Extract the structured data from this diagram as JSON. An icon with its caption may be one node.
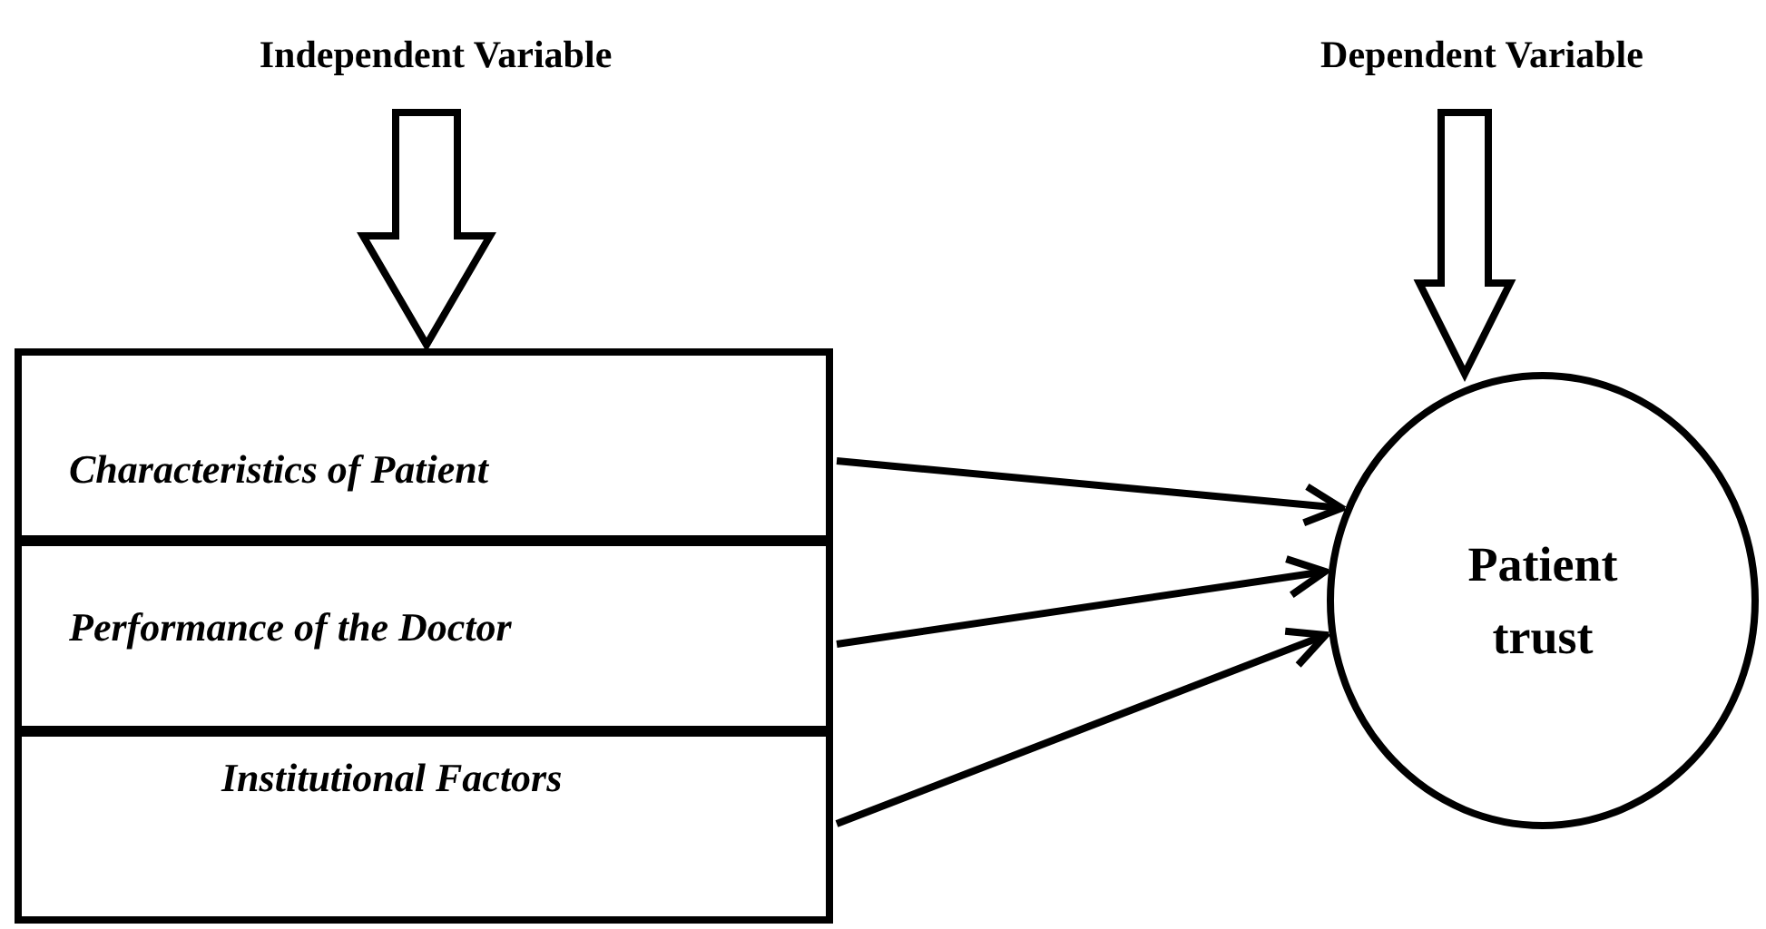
{
  "diagram": {
    "nodes": [
      {
        "text": [
          "Independent Variable"
        ]
      },
      {
        "text": [
          "Dependent Variable"
        ]
      },
      {
        "text": [
          "Characteristics of Patient"
        ]
      },
      {
        "text": [
          "Performance of the Doctor"
        ]
      },
      {
        "text": [
          "Institutional Factors"
        ]
      },
      {
        "text": [
          "Patient trust"
        ]
      }
    ],
    "edges": [
      {
        "from": 0,
        "to": 2,
        "arrow": "to",
        "style": "thick"
      },
      {
        "from": 1,
        "to": 5,
        "arrow": "to",
        "style": "thick"
      },
      {
        "from": 2,
        "to": 5,
        "arrow": "to"
      },
      {
        "from": 3,
        "to": 5,
        "arrow": "to"
      },
      {
        "from": 4,
        "to": 5,
        "arrow": "to"
      }
    ]
  }
}
